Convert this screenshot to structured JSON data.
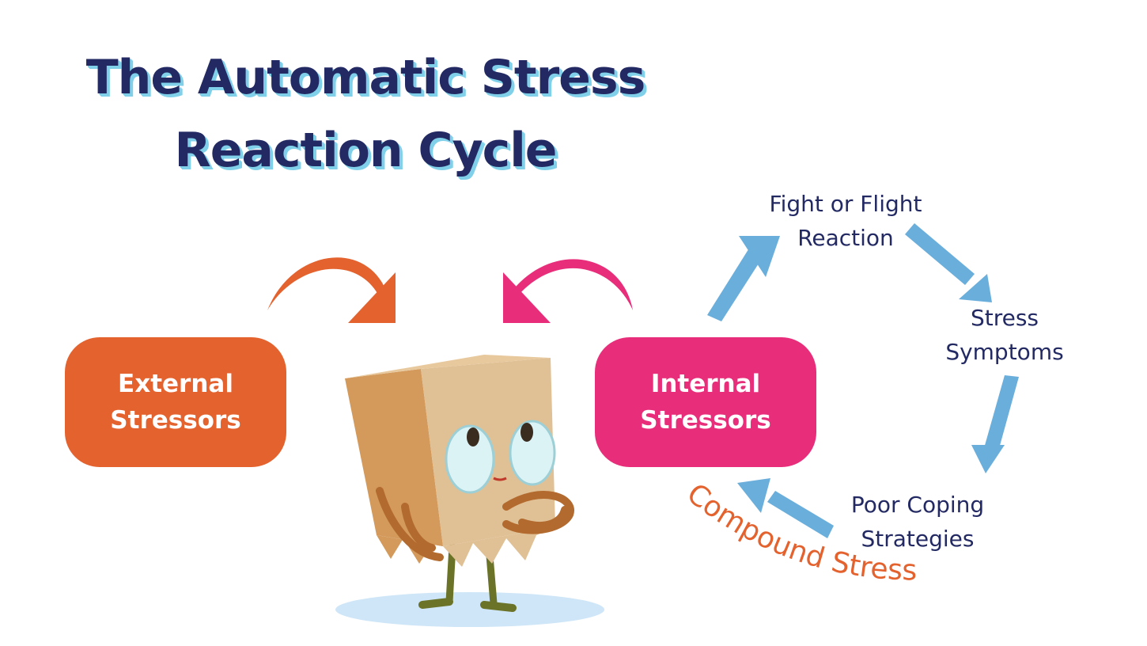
{
  "title": {
    "line1": "The Automatic Stress",
    "line2": "Reaction Cycle"
  },
  "external_box": {
    "line1": "External",
    "line2": "Stressors"
  },
  "internal_box": {
    "line1": "Internal",
    "line2": "Stressors"
  },
  "cycle": {
    "fight_flight": {
      "line1": "Fight or Flight",
      "line2": "Reaction"
    },
    "stress_symptoms": {
      "line1": "Stress",
      "line2": "Symptoms"
    },
    "poor_coping": {
      "line1": "Poor Coping",
      "line2": "Strategies"
    }
  },
  "compound_label": "Compound Stress",
  "colors": {
    "navy": "#232a63",
    "orange": "#e4622e",
    "pink": "#e82e7a",
    "cycle_arrow": "#6aaedc",
    "title_shadow": "#7fd0e8"
  },
  "character": "paper-bag-character"
}
